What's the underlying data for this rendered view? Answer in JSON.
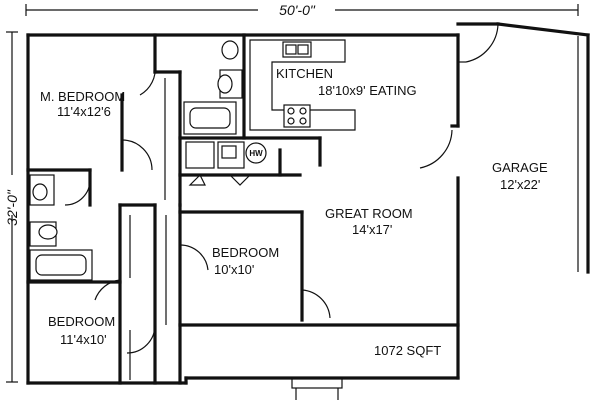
{
  "dimensions": {
    "width_label": "50'-0\"",
    "depth_label": "32'-0\""
  },
  "rooms": {
    "master_bedroom": {
      "name": "M. BEDROOM",
      "size": "11'4x12'6"
    },
    "kitchen": {
      "name": "KITCHEN",
      "size": "18'10x9' EATING"
    },
    "great_room": {
      "name": "GREAT ROOM",
      "size": "14'x17'"
    },
    "garage": {
      "name": "GARAGE",
      "size": "12'x22'"
    },
    "bedroom_middle": {
      "name": "BEDROOM",
      "size": "10'x10'"
    },
    "bedroom_lower": {
      "name": "BEDROOM",
      "size": "11'4x10'"
    }
  },
  "area": {
    "label": "1072 SQFT"
  },
  "fixtures": {
    "water_heater": "HW"
  }
}
